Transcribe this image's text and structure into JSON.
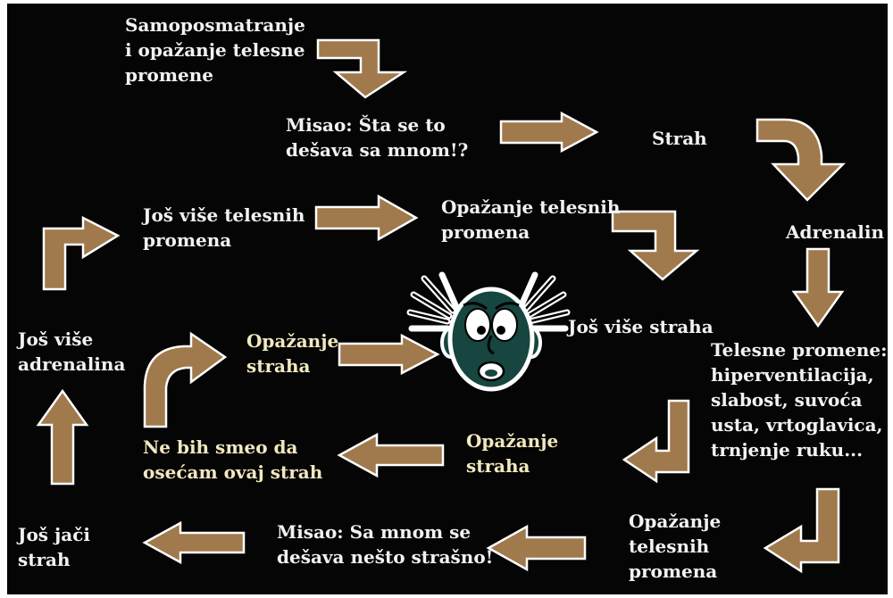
{
  "colors": {
    "background": "#050505",
    "arrow_fill": "#a0794c",
    "arrow_outline": "#ffffff",
    "text_primary": "#f2f2f2",
    "text_secondary": "#f1e8bf",
    "face_fill": "#17453f"
  },
  "nodes": {
    "samoposmatranje": "Samoposmatranje\ni opažanje telesne\npromene",
    "misao_sta": "Misao: Šta se to\ndešava sa mnom!?",
    "strah": "Strah",
    "adrenalin": "Adrenalin",
    "telesne_promene": "Telesne promene:\nhiperventilacija,\nslabost, suvoća\n  usta, vrtoglavica,\ntrnjenje ruku...",
    "opazanje_telesnih_promena_bottom": "Opažanje\ntelesnih\npromena",
    "misao_sa_mnom": "Misao: Sa mnom se\ndešava nešto strašno!",
    "jos_jaci_strah": "Još jači\nstrah",
    "jos_vise_adrenalina": "Još više\nadrenalina",
    "jos_vise_telesnih_promena": "Još više telesnih\npromena",
    "opazanje_telesnih_promena_mid": "Opažanje telesnih\npromena",
    "jos_vise_straha": "Još više straha",
    "opazanje_straha_upper": "Opažanje\nstraha",
    "opazanje_straha_lower": "Opažanje\nstraha",
    "ne_bih_smeo": "Ne bih smeo da\nosećam ovaj strah"
  },
  "icons": {
    "center": "anxious-face-icon",
    "arrow": "arrow-icon"
  }
}
